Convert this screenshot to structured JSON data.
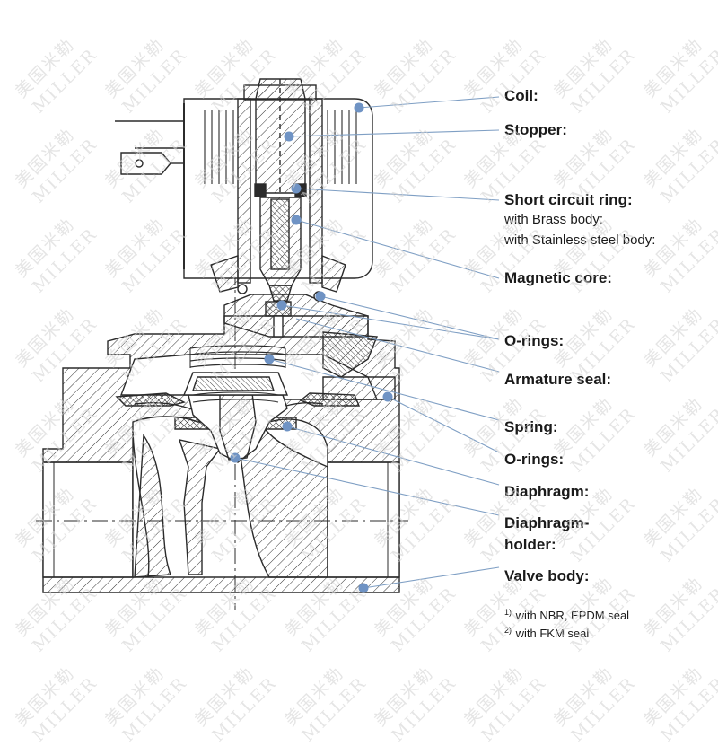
{
  "labels": {
    "coil": "Coil:",
    "stopper": "Stopper:",
    "short_circuit_ring": "Short circuit ring:",
    "with_brass_body": "with Brass body:",
    "with_stainless_steel_body": "with Stainless steel body:",
    "magnetic_core": "Magnetic core:",
    "o_rings_1": "O-rings:",
    "armature_seal": "Armature seal:",
    "spring": "Spring:",
    "o_rings_2": "O-rings:",
    "diaphragm": "Diaphragm:",
    "diaphragm_holder_line1": "Diaphragm-",
    "diaphragm_holder_line2": "holder:",
    "valve_body": "Valve body:"
  },
  "footnotes": {
    "note1_marker": "1)",
    "note1_text": "with NBR, EPDM seal",
    "note2_marker": "2)",
    "note2_text": "with FKM seal"
  },
  "watermark": {
    "chinese": "美国米勒",
    "latin": "MILLER"
  },
  "colors": {
    "leader_line": "#7f9fc4",
    "leader_dot": "#6f93c4",
    "drawing_line": "#2b2b2b",
    "watermark": "#d4d4d4"
  }
}
